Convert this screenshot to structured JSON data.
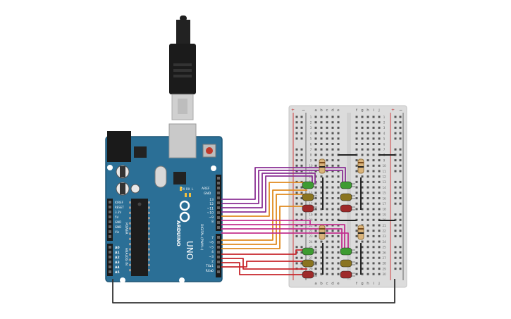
{
  "board": {
    "brand": "ARDUINO",
    "model": "UNO",
    "power_header": [
      "IOREF",
      "RESET",
      "3.3V",
      "5V",
      "GND",
      "GND",
      "Vin"
    ],
    "analog_header": [
      "A0",
      "A1",
      "A2",
      "A3",
      "A4",
      "A5"
    ],
    "power_label": "POWER",
    "analog_label": "ANALOG IN",
    "digital_label": "DIGITAL (PWM~)",
    "top_labels": [
      "AREF",
      "GND"
    ],
    "digital_pins": [
      "13",
      "12",
      "~11",
      "~10",
      "~9",
      "8",
      "7",
      "~6",
      "~5",
      "4",
      "~3",
      "2",
      "TX▸1",
      "RX◂0"
    ],
    "indicator_labels": [
      "L",
      "TX",
      "RX"
    ]
  },
  "breadboard": {
    "columns_left": [
      "a",
      "b",
      "c",
      "d",
      "e"
    ],
    "columns_right": [
      "f",
      "g",
      "h",
      "i",
      "j"
    ],
    "row_numbers": [
      "1",
      "2",
      "3",
      "4",
      "5",
      "6",
      "7",
      "8",
      "9",
      "10",
      "11",
      "12",
      "13",
      "14",
      "15",
      "16",
      "17",
      "18",
      "19",
      "20",
      "21",
      "22",
      "23",
      "24",
      "25",
      "26",
      "27",
      "28",
      "29",
      "30"
    ],
    "rail_plus": "+",
    "rail_minus": "−"
  },
  "colors": {
    "board_blue": "#2b6f96",
    "breadboard": "#dcdcdc",
    "wire_purple": "#8a2f94",
    "wire_magenta": "#c2308f",
    "wire_orange": "#e08a1e",
    "wire_red": "#c8262b",
    "wire_black": "#333333",
    "led_green": "#3e9b32",
    "led_yellow": "#8a7420",
    "led_red": "#9e2a2a"
  },
  "icons": [
    "usb-cable-icon",
    "arduino-logo-icon",
    "reset-button-icon",
    "led-icon",
    "resistor-icon"
  ]
}
